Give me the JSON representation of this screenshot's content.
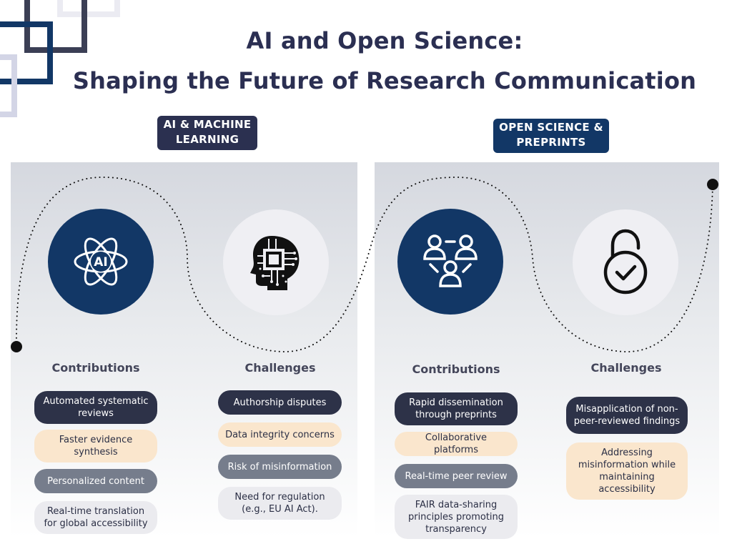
{
  "title": {
    "line1": "AI and Open Science:",
    "line2": "Shaping the Future of Research Communication"
  },
  "colors": {
    "navy": "#123766",
    "dark_slate": "#2d3248",
    "peach": "#fae6cd",
    "slate": "#767d8c",
    "light_gray": "#ebebef",
    "title": "#2b2f52"
  },
  "sections": {
    "ai": {
      "badge": "AI & MACHINE LEARNING",
      "icons": [
        "ai-atom-icon",
        "digital-head-icon"
      ],
      "contributions_heading": "Contributions",
      "challenges_heading": "Challenges",
      "contributions": [
        "Automated systematic reviews",
        "Faster evidence synthesis",
        "Personalized content",
        "Real-time translation for global accessibility"
      ],
      "challenges": [
        "Authorship disputes",
        "Data integrity concerns",
        "Risk of misinformation",
        "Need for regulation (e.g., EU AI Act)."
      ]
    },
    "open_science": {
      "badge": "OPEN SCIENCE & PREPRINTS",
      "icons": [
        "people-network-icon",
        "open-lock-check-icon"
      ],
      "contributions_heading": "Contributions",
      "challenges_heading": "Challenges",
      "contributions": [
        "Rapid dissemination through preprints",
        "Collaborative platforms",
        "Real-time peer review",
        "FAIR data-sharing principles promoting transparency"
      ],
      "challenges": [
        "Misapplication of non-peer-reviewed findings",
        "Addressing misinformation while maintaining accessibility"
      ]
    }
  },
  "ai_icon_label": "AI"
}
